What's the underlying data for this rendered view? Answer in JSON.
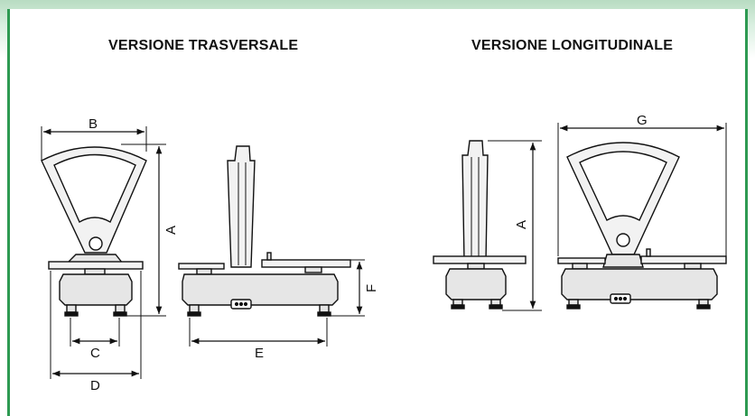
{
  "titles": {
    "transversal": "VERSIONE TRASVERSALE",
    "longitudinal": "VERSIONE LONGITUDINALE"
  },
  "dimensions": {
    "A": "A",
    "B": "B",
    "C": "C",
    "D": "D",
    "E": "E",
    "F": "F",
    "G": "G"
  },
  "colors": {
    "border": "#2e9a52",
    "line": "#111111",
    "fill": "#e6e6e6"
  }
}
